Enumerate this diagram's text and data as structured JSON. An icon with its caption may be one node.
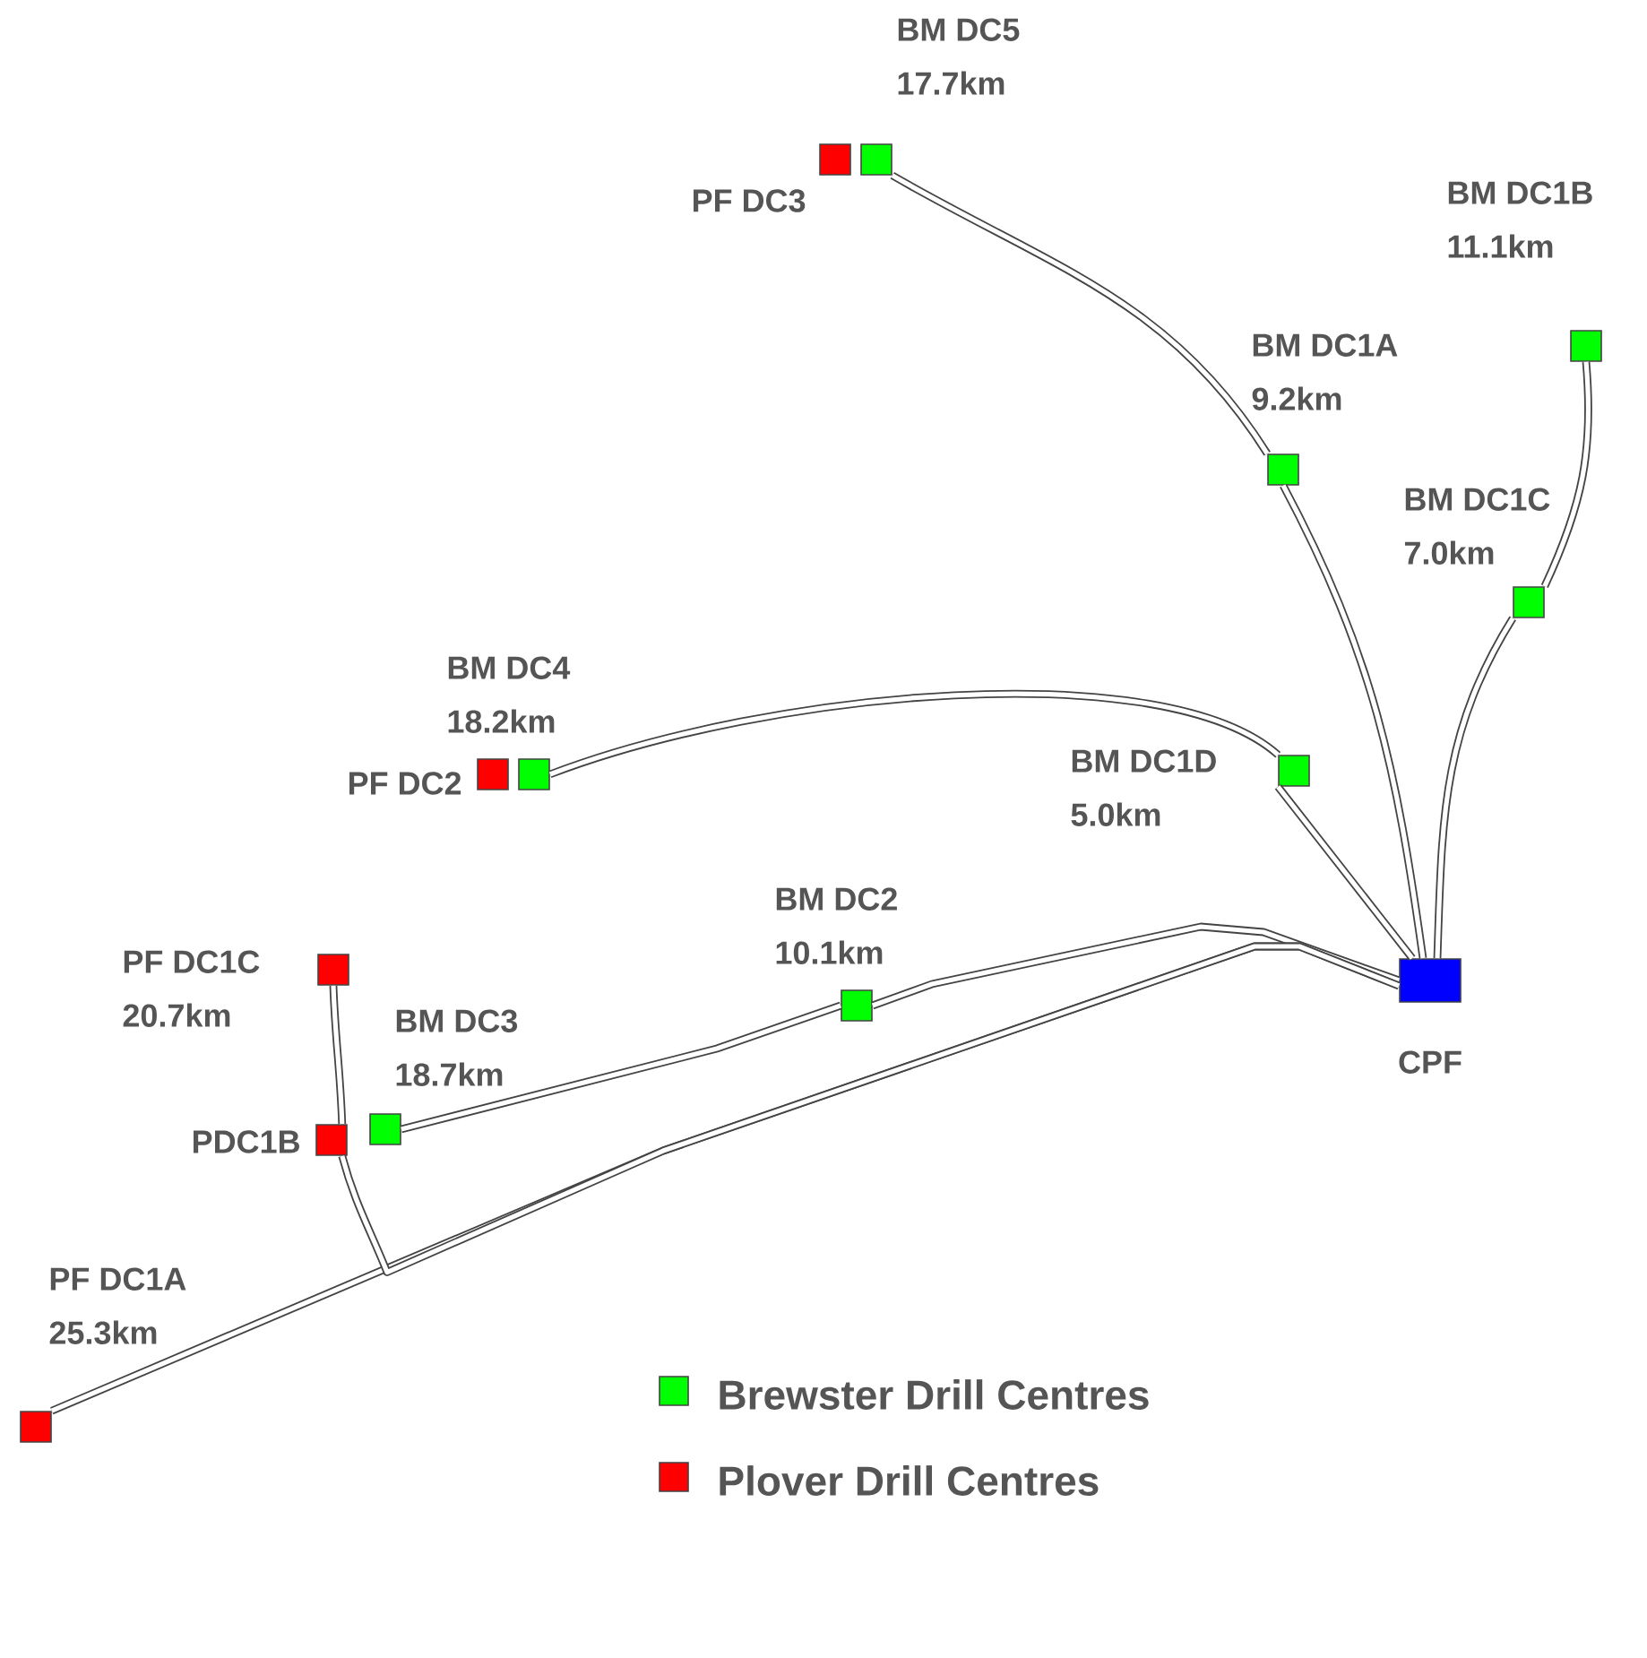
{
  "diagram": {
    "nodes": [
      {
        "text": [
          "BM DC5",
          "17.7km"
        ]
      },
      {
        "text": [
          "PF DC3"
        ]
      },
      {
        "text": [
          "BM DC1B",
          "11.1km"
        ]
      },
      {
        "text": [
          "BM DC1A",
          "9.2km"
        ]
      },
      {
        "text": [
          "BM DC1C",
          "7.0km"
        ]
      },
      {
        "text": [
          "BM DC4",
          "18.2km"
        ]
      },
      {
        "text": [
          "PF DC2"
        ]
      },
      {
        "text": [
          "BM DC1D",
          "5.0km"
        ]
      },
      {
        "text": [
          "CPF"
        ]
      },
      {
        "text": [
          "PF DC1C",
          "20.7km"
        ]
      },
      {
        "text": [
          "BM DC3",
          "18.7km"
        ]
      },
      {
        "text": [
          "BM DC2",
          "10.1km"
        ]
      },
      {
        "text": [
          "PDC1B"
        ]
      },
      {
        "text": [
          "PF DC1A",
          "25.3km"
        ]
      }
    ],
    "edges": [
      {
        "from": 0,
        "to": 3,
        "arrow": "none"
      },
      {
        "from": 3,
        "to": 8,
        "arrow": "none"
      },
      {
        "from": 2,
        "to": 4,
        "arrow": "none"
      },
      {
        "from": 4,
        "to": 8,
        "arrow": "none"
      },
      {
        "from": 5,
        "to": 7,
        "arrow": "none"
      },
      {
        "from": 7,
        "to": 8,
        "arrow": "none"
      },
      {
        "from": 10,
        "to": 11,
        "arrow": "none"
      },
      {
        "from": 11,
        "to": 8,
        "arrow": "none"
      },
      {
        "from": 13,
        "to": 8,
        "arrow": "none"
      },
      {
        "from": 9,
        "to": 12,
        "arrow": "none"
      },
      {
        "from": 12,
        "to": 8,
        "arrow": "none"
      }
    ],
    "legend": [
      {
        "text": "Brewster Drill Centres",
        "color": "#00ff00"
      },
      {
        "text": "Plover Drill Centres",
        "color": "#ff0000"
      }
    ]
  }
}
